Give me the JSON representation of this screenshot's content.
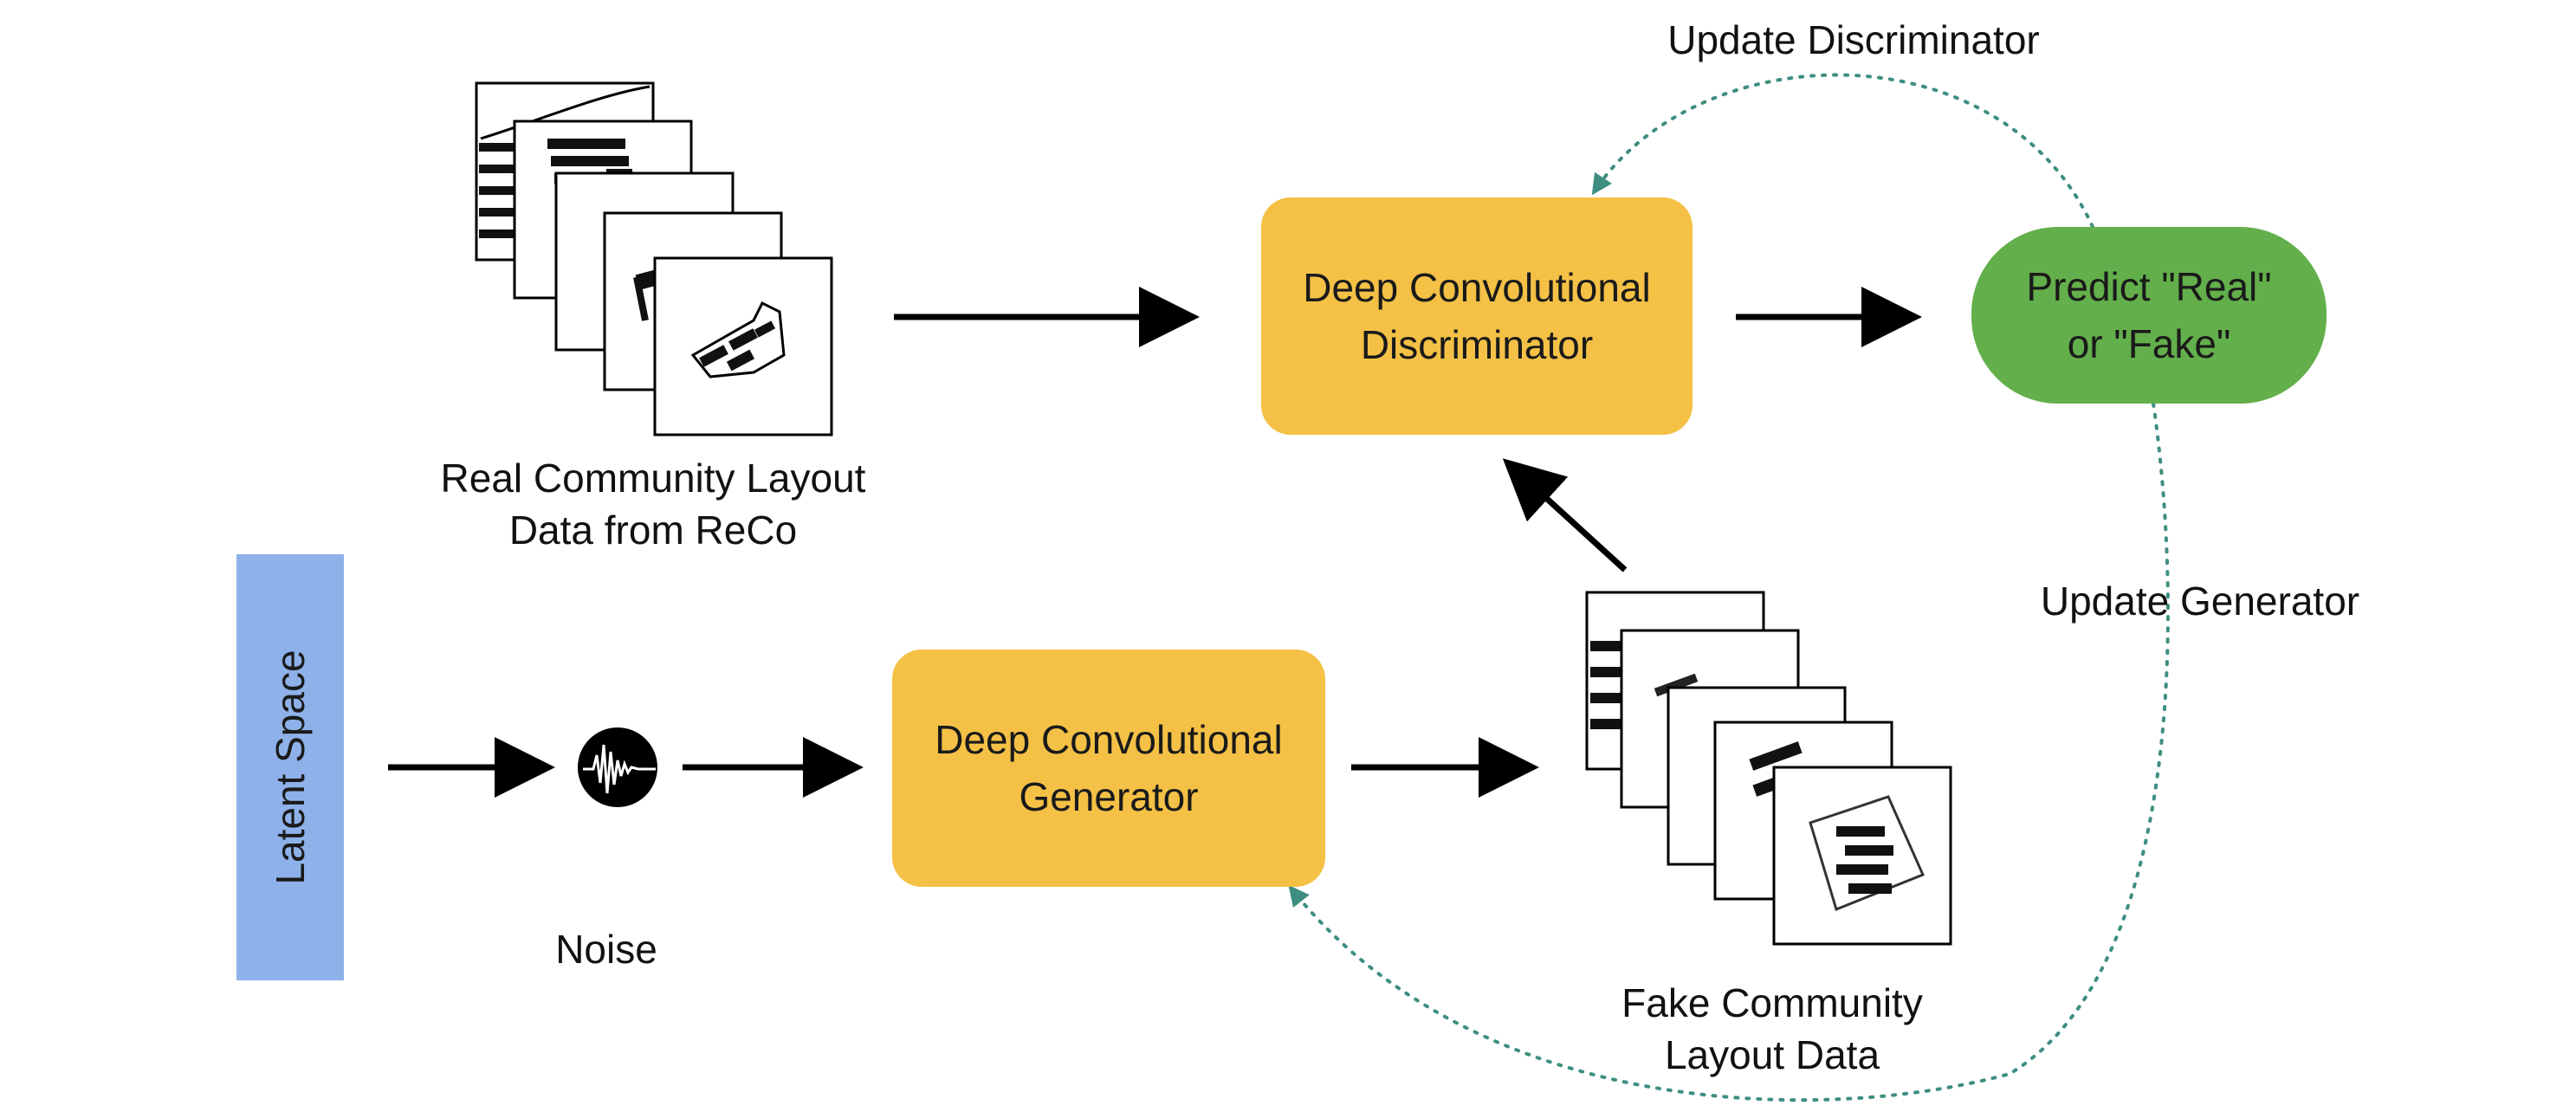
{
  "boxes": {
    "discriminator": {
      "line1": "Deep Convolutional",
      "line2": "Discriminator"
    },
    "generator": {
      "line1": "Deep Convolutional",
      "line2": "Generator"
    },
    "predict": {
      "line1": "Predict \"Real\"",
      "line2": "or \"Fake\""
    }
  },
  "latent": {
    "label": "Latent Space"
  },
  "labels": {
    "real_data": {
      "line1": "Real Community Layout",
      "line2": "Data from ReCo"
    },
    "fake_data": {
      "line1": "Fake Community",
      "line2": "Layout Data"
    },
    "noise": "Noise",
    "update_discriminator": "Update Discriminator",
    "update_generator": "Update Generator"
  },
  "colors": {
    "discriminator": "#F4C146",
    "generator": "#F4C146",
    "predict": "#63AF4B",
    "latent": "#8EB1E9",
    "feedback_arrow": "#3E8E82"
  },
  "icons": [
    "layout-image-icon",
    "noise-wave-icon"
  ]
}
